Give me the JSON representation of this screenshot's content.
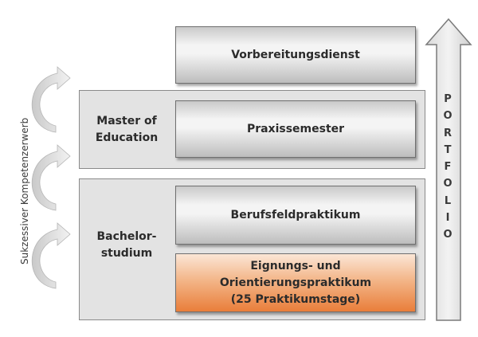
{
  "levels": {
    "vorbereitungsdienst": "Vorbereitungsdienst",
    "master_label_line1": "Master of",
    "master_label_line2": "Education",
    "praxissemester": "Praxissemester",
    "bachelor_label_line1": "Bachelor-",
    "bachelor_label_line2": "studium",
    "berufsfeldpraktikum": "Berufsfeldpraktikum",
    "eignungs_line1": "Eignungs- und Orientierungspraktikum",
    "eignungs_line2": "(25 Praktikumstage)"
  },
  "side_label": "Sukzessiver Kompetenzerwerb",
  "portfolio_letters": [
    "P",
    "O",
    "R",
    "T",
    "F",
    "O",
    "L",
    "I",
    "O"
  ],
  "colors": {
    "panel": "#e3e3e3",
    "accent_orange": "#e97e3a",
    "box_grey": "#c9c9c9"
  },
  "icons": {
    "curved_arrows": "curved-arrow-icon",
    "portfolio_arrow": "up-arrow-icon"
  }
}
